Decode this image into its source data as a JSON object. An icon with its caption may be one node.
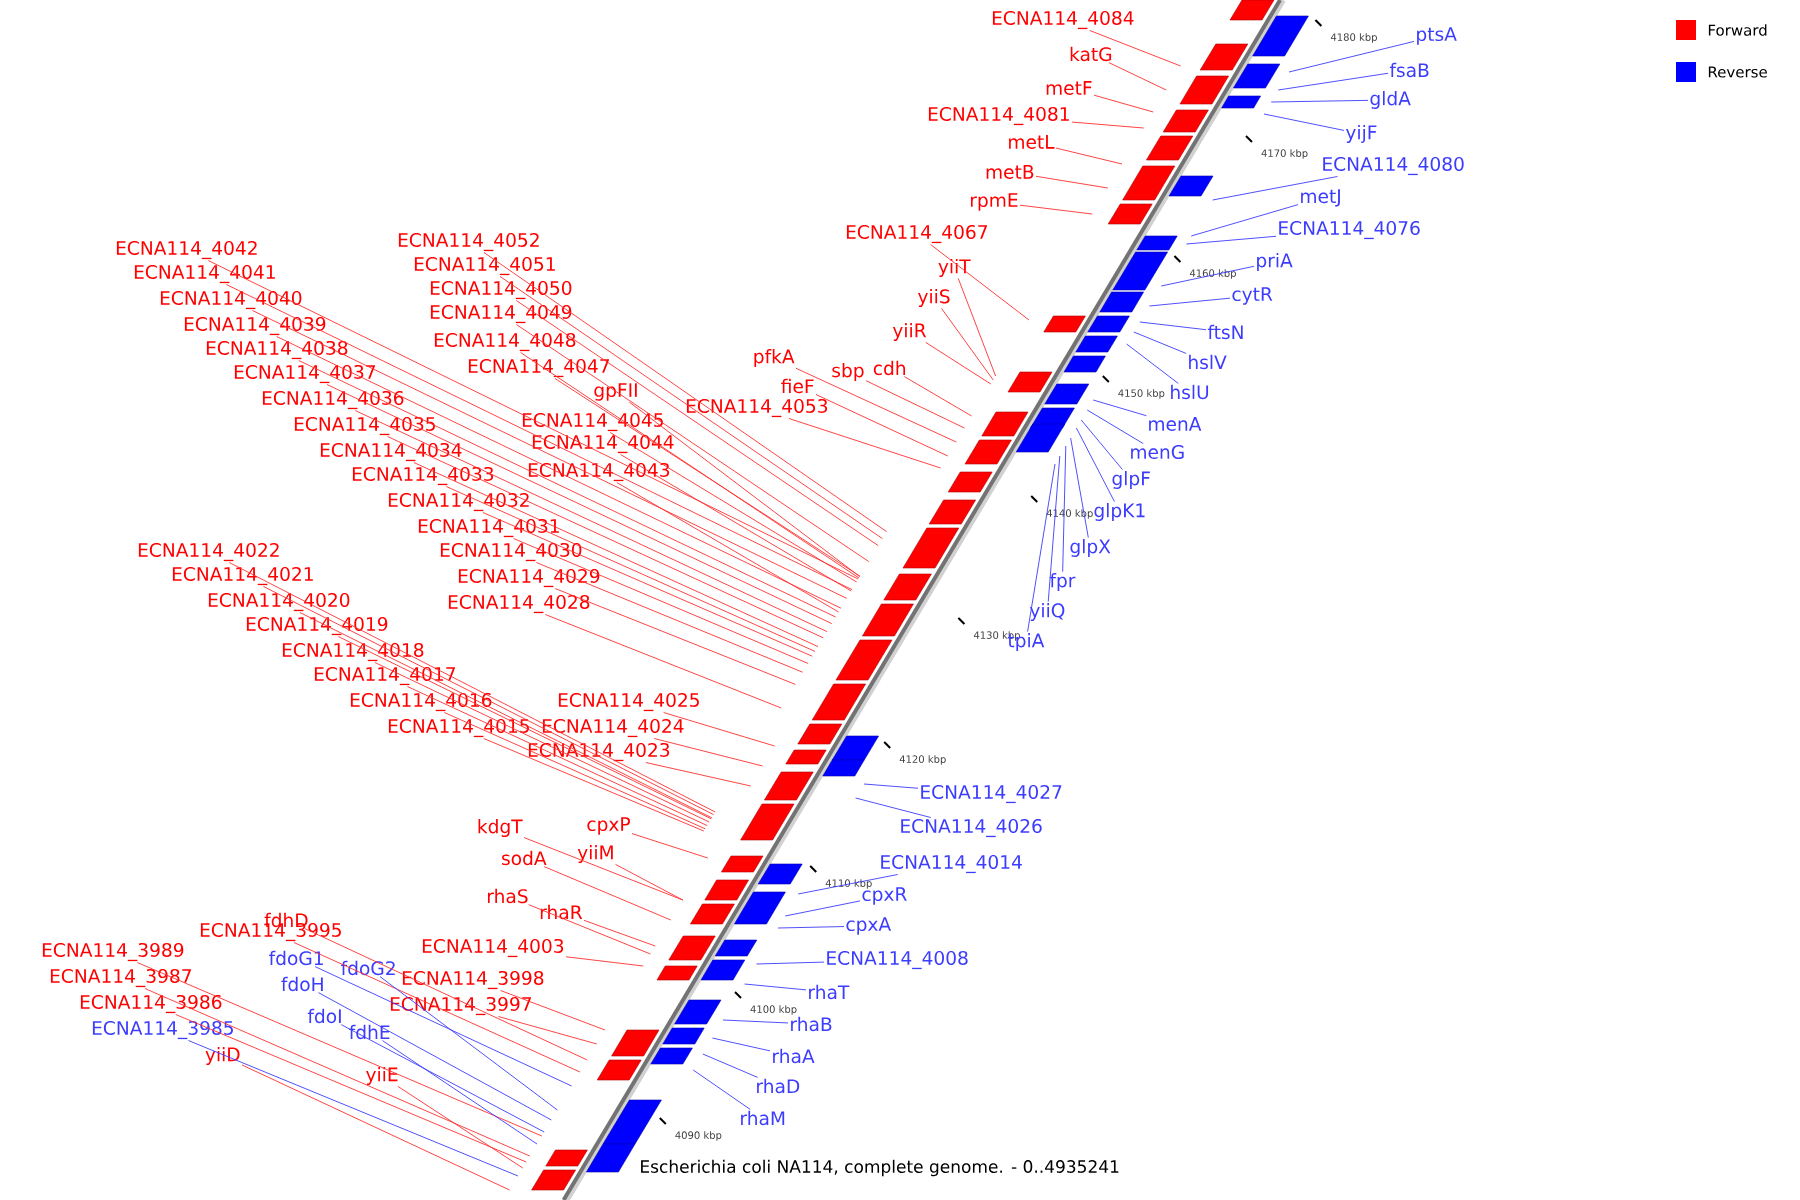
{
  "diagram": {
    "caption": "Escherichia coli NA114, complete genome. - 0..4935241",
    "nodes": [
      {
        "text": [
          "ECNA114_4084"
        ]
      },
      {
        "text": [
          "katG"
        ]
      },
      {
        "text": [
          "metF"
        ]
      },
      {
        "text": [
          "ECNA114_4081"
        ]
      },
      {
        "text": [
          "metL"
        ]
      },
      {
        "text": [
          "metB"
        ]
      },
      {
        "text": [
          "rpmE"
        ]
      },
      {
        "text": [
          "ECNA114_4067"
        ]
      },
      {
        "text": [
          "yiiT"
        ]
      },
      {
        "text": [
          "yiiS"
        ]
      },
      {
        "text": [
          "yiiR"
        ]
      },
      {
        "text": [
          "cdh"
        ]
      },
      {
        "text": [
          "sbp"
        ]
      },
      {
        "text": [
          "pfkA"
        ]
      },
      {
        "text": [
          "fieF"
        ]
      },
      {
        "text": [
          "ECNA114_4053"
        ]
      },
      {
        "text": [
          "ECNA114_4052"
        ]
      },
      {
        "text": [
          "ECNA114_4051"
        ]
      },
      {
        "text": [
          "ECNA114_4050"
        ]
      },
      {
        "text": [
          "ECNA114_4049"
        ]
      },
      {
        "text": [
          "ECNA114_4048"
        ]
      },
      {
        "text": [
          "ECNA114_4047"
        ]
      },
      {
        "text": [
          "gpFII"
        ]
      },
      {
        "text": [
          "ECNA114_4045"
        ]
      },
      {
        "text": [
          "ECNA114_4044"
        ]
      },
      {
        "text": [
          "ECNA114_4043"
        ]
      },
      {
        "text": [
          "ECNA114_4042"
        ]
      },
      {
        "text": [
          "ECNA114_4041"
        ]
      },
      {
        "text": [
          "ECNA114_4040"
        ]
      },
      {
        "text": [
          "ECNA114_4039"
        ]
      },
      {
        "text": [
          "ECNA114_4038"
        ]
      },
      {
        "text": [
          "ECNA114_4037"
        ]
      },
      {
        "text": [
          "ECNA114_4036"
        ]
      },
      {
        "text": [
          "ECNA114_4035"
        ]
      },
      {
        "text": [
          "ECNA114_4034"
        ]
      },
      {
        "text": [
          "ECNA114_4033"
        ]
      },
      {
        "text": [
          "ECNA114_4032"
        ]
      },
      {
        "text": [
          "ECNA114_4031"
        ]
      },
      {
        "text": [
          "ECNA114_4030"
        ]
      },
      {
        "text": [
          "ECNA114_4029"
        ]
      },
      {
        "text": [
          "ECNA114_4028"
        ]
      },
      {
        "text": [
          "ECNA114_4022"
        ]
      },
      {
        "text": [
          "ECNA114_4021"
        ]
      },
      {
        "text": [
          "ECNA114_4020"
        ]
      },
      {
        "text": [
          "ECNA114_4019"
        ]
      },
      {
        "text": [
          "ECNA114_4018"
        ]
      },
      {
        "text": [
          "ECNA114_4017"
        ]
      },
      {
        "text": [
          "ECNA114_4016"
        ]
      },
      {
        "text": [
          "ECNA114_4015"
        ]
      },
      {
        "text": [
          "ECNA114_4025"
        ]
      },
      {
        "text": [
          "ECNA114_4024"
        ]
      },
      {
        "text": [
          "ECNA114_4023"
        ]
      },
      {
        "text": [
          "kdgT"
        ]
      },
      {
        "text": [
          "cpxP"
        ]
      },
      {
        "text": [
          "sodA"
        ]
      },
      {
        "text": [
          "yiiM"
        ]
      },
      {
        "text": [
          "rhaS"
        ]
      },
      {
        "text": [
          "rhaR"
        ]
      },
      {
        "text": [
          "fdhD"
        ]
      },
      {
        "text": [
          "ECNA114_3995"
        ]
      },
      {
        "text": [
          "ECNA114_4003"
        ]
      },
      {
        "text": [
          "ECNA114_3998"
        ]
      },
      {
        "text": [
          "ECNA114_3997"
        ]
      },
      {
        "text": [
          "ECNA114_3989"
        ]
      },
      {
        "text": [
          "ECNA114_3987"
        ]
      },
      {
        "text": [
          "ECNA114_3986"
        ]
      },
      {
        "text": [
          "yiiE"
        ]
      },
      {
        "text": [
          "yiiD"
        ]
      },
      {
        "text": [
          "fdoG1"
        ]
      },
      {
        "text": [
          "fdoG2"
        ]
      },
      {
        "text": [
          "fdoH"
        ]
      },
      {
        "text": [
          "fdoI"
        ]
      },
      {
        "text": [
          "fdhE"
        ]
      },
      {
        "text": [
          "ECNA114_3985"
        ]
      },
      {
        "text": [
          "ptsA"
        ]
      },
      {
        "text": [
          "fsaB"
        ]
      },
      {
        "text": [
          "gldA"
        ]
      },
      {
        "text": [
          "yijF"
        ]
      },
      {
        "text": [
          "ECNA114_4080"
        ]
      },
      {
        "text": [
          "metJ"
        ]
      },
      {
        "text": [
          "ECNA114_4076"
        ]
      },
      {
        "text": [
          "priA"
        ]
      },
      {
        "text": [
          "cytR"
        ]
      },
      {
        "text": [
          "ftsN"
        ]
      },
      {
        "text": [
          "hslV"
        ]
      },
      {
        "text": [
          "hslU"
        ]
      },
      {
        "text": [
          "menA"
        ]
      },
      {
        "text": [
          "menG"
        ]
      },
      {
        "text": [
          "glpF"
        ]
      },
      {
        "text": [
          "glpK1"
        ]
      },
      {
        "text": [
          "glpX"
        ]
      },
      {
        "text": [
          "fpr"
        ]
      },
      {
        "text": [
          "yiiQ"
        ]
      },
      {
        "text": [
          "tpiA"
        ]
      },
      {
        "text": [
          "ECNA114_4027"
        ]
      },
      {
        "text": [
          "ECNA114_4026"
        ]
      },
      {
        "text": [
          "ECNA114_4014"
        ]
      },
      {
        "text": [
          "cpxR"
        ]
      },
      {
        "text": [
          "cpxA"
        ]
      },
      {
        "text": [
          "ECNA114_4008"
        ]
      },
      {
        "text": [
          "rhaT"
        ]
      },
      {
        "text": [
          "rhaB"
        ]
      },
      {
        "text": [
          "rhaA"
        ]
      },
      {
        "text": [
          "rhaD"
        ]
      },
      {
        "text": [
          "rhaM"
        ]
      }
    ],
    "edges": [
      {
        "from": 0,
        "to": null,
        "arrow": "none"
      },
      {
        "from": 1,
        "to": null,
        "arrow": "none"
      },
      {
        "from": 2,
        "to": null,
        "arrow": "none"
      },
      {
        "from": 3,
        "to": null,
        "arrow": "none"
      },
      {
        "from": 4,
        "to": null,
        "arrow": "none"
      },
      {
        "from": 5,
        "to": null,
        "arrow": "none"
      },
      {
        "from": 6,
        "to": null,
        "arrow": "none"
      },
      {
        "from": 7,
        "to": null,
        "arrow": "none"
      },
      {
        "from": 8,
        "to": null,
        "arrow": "none"
      },
      {
        "from": 9,
        "to": null,
        "arrow": "none"
      },
      {
        "from": 10,
        "to": null,
        "arrow": "none"
      },
      {
        "from": 11,
        "to": null,
        "arrow": "none"
      },
      {
        "from": 12,
        "to": null,
        "arrow": "none"
      },
      {
        "from": 13,
        "to": null,
        "arrow": "none"
      },
      {
        "from": 14,
        "to": null,
        "arrow": "none"
      },
      {
        "from": 15,
        "to": null,
        "arrow": "none"
      },
      {
        "from": 16,
        "to": null,
        "arrow": "none"
      },
      {
        "from": 17,
        "to": null,
        "arrow": "none"
      },
      {
        "from": 18,
        "to": null,
        "arrow": "none"
      },
      {
        "from": 19,
        "to": null,
        "arrow": "none"
      },
      {
        "from": 20,
        "to": null,
        "arrow": "none"
      },
      {
        "from": 21,
        "to": null,
        "arrow": "none"
      },
      {
        "from": 22,
        "to": null,
        "arrow": "none"
      },
      {
        "from": 23,
        "to": null,
        "arrow": "none"
      },
      {
        "from": 24,
        "to": null,
        "arrow": "none"
      },
      {
        "from": 25,
        "to": null,
        "arrow": "none"
      },
      {
        "from": 26,
        "to": null,
        "arrow": "none"
      },
      {
        "from": 27,
        "to": null,
        "arrow": "none"
      },
      {
        "from": 28,
        "to": null,
        "arrow": "none"
      },
      {
        "from": 29,
        "to": null,
        "arrow": "none"
      },
      {
        "from": 30,
        "to": null,
        "arrow": "none"
      },
      {
        "from": 31,
        "to": null,
        "arrow": "none"
      },
      {
        "from": 32,
        "to": null,
        "arrow": "none"
      },
      {
        "from": 33,
        "to": null,
        "arrow": "none"
      },
      {
        "from": 34,
        "to": null,
        "arrow": "none"
      },
      {
        "from": 35,
        "to": null,
        "arrow": "none"
      },
      {
        "from": 36,
        "to": null,
        "arrow": "none"
      },
      {
        "from": 37,
        "to": null,
        "arrow": "none"
      },
      {
        "from": 38,
        "to": null,
        "arrow": "none"
      },
      {
        "from": 39,
        "to": null,
        "arrow": "none"
      },
      {
        "from": 40,
        "to": null,
        "arrow": "none"
      },
      {
        "from": 41,
        "to": null,
        "arrow": "none"
      },
      {
        "from": 42,
        "to": null,
        "arrow": "none"
      },
      {
        "from": 43,
        "to": null,
        "arrow": "none"
      },
      {
        "from": 44,
        "to": null,
        "arrow": "none"
      },
      {
        "from": 45,
        "to": null,
        "arrow": "none"
      },
      {
        "from": 46,
        "to": null,
        "arrow": "none"
      },
      {
        "from": 47,
        "to": null,
        "arrow": "none"
      },
      {
        "from": 48,
        "to": null,
        "arrow": "none"
      },
      {
        "from": 49,
        "to": null,
        "arrow": "none"
      },
      {
        "from": 50,
        "to": null,
        "arrow": "none"
      },
      {
        "from": 51,
        "to": null,
        "arrow": "none"
      },
      {
        "from": 52,
        "to": null,
        "arrow": "none"
      },
      {
        "from": 53,
        "to": null,
        "arrow": "none"
      },
      {
        "from": 54,
        "to": null,
        "arrow": "none"
      },
      {
        "from": 55,
        "to": null,
        "arrow": "none"
      },
      {
        "from": 56,
        "to": null,
        "arrow": "none"
      },
      {
        "from": 57,
        "to": null,
        "arrow": "none"
      },
      {
        "from": 58,
        "to": null,
        "arrow": "none"
      },
      {
        "from": 59,
        "to": null,
        "arrow": "none"
      },
      {
        "from": 60,
        "to": null,
        "arrow": "none"
      },
      {
        "from": 61,
        "to": null,
        "arrow": "none"
      },
      {
        "from": 62,
        "to": null,
        "arrow": "none"
      },
      {
        "from": 63,
        "to": null,
        "arrow": "none"
      },
      {
        "from": 64,
        "to": null,
        "arrow": "none"
      },
      {
        "from": 65,
        "to": null,
        "arrow": "none"
      },
      {
        "from": 66,
        "to": null,
        "arrow": "none"
      },
      {
        "from": 67,
        "to": null,
        "arrow": "none"
      },
      {
        "from": 68,
        "to": null,
        "arrow": "none",
        "color": "#3c3cff"
      },
      {
        "from": 69,
        "to": null,
        "arrow": "none",
        "color": "#3c3cff"
      },
      {
        "from": 70,
        "to": null,
        "arrow": "none",
        "color": "#3c3cff"
      },
      {
        "from": 71,
        "to": null,
        "arrow": "none",
        "color": "#3c3cff"
      },
      {
        "from": 72,
        "to": null,
        "arrow": "none",
        "color": "#3c3cff"
      },
      {
        "from": 73,
        "to": null,
        "arrow": "none",
        "color": "#3c3cff"
      },
      {
        "from": 74,
        "to": null,
        "arrow": "none",
        "color": "#3c3cff"
      },
      {
        "from": 75,
        "to": null,
        "arrow": "none",
        "color": "#3c3cff"
      },
      {
        "from": 76,
        "to": null,
        "arrow": "none",
        "color": "#3c3cff"
      },
      {
        "from": 77,
        "to": null,
        "arrow": "none",
        "color": "#3c3cff"
      },
      {
        "from": 78,
        "to": null,
        "arrow": "none",
        "color": "#3c3cff"
      },
      {
        "from": 79,
        "to": null,
        "arrow": "none",
        "color": "#3c3cff"
      },
      {
        "from": 80,
        "to": null,
        "arrow": "none",
        "color": "#3c3cff"
      },
      {
        "from": 81,
        "to": null,
        "arrow": "none",
        "color": "#3c3cff"
      },
      {
        "from": 82,
        "to": null,
        "arrow": "none",
        "color": "#3c3cff"
      },
      {
        "from": 83,
        "to": null,
        "arrow": "none",
        "color": "#3c3cff"
      },
      {
        "from": 84,
        "to": null,
        "arrow": "none",
        "color": "#3c3cff"
      },
      {
        "from": 85,
        "to": null,
        "arrow": "none",
        "color": "#3c3cff"
      },
      {
        "from": 86,
        "to": null,
        "arrow": "none",
        "color": "#3c3cff"
      },
      {
        "from": 87,
        "to": null,
        "arrow": "none",
        "color": "#3c3cff"
      },
      {
        "from": 88,
        "to": null,
        "arrow": "none",
        "color": "#3c3cff"
      },
      {
        "from": 89,
        "to": null,
        "arrow": "none",
        "color": "#3c3cff"
      },
      {
        "from": 90,
        "to": null,
        "arrow": "none",
        "color": "#3c3cff"
      },
      {
        "from": 91,
        "to": null,
        "arrow": "none",
        "color": "#3c3cff"
      },
      {
        "from": 92,
        "to": null,
        "arrow": "none",
        "color": "#3c3cff"
      },
      {
        "from": 93,
        "to": null,
        "arrow": "none",
        "color": "#3c3cff"
      },
      {
        "from": 94,
        "to": null,
        "arrow": "none",
        "color": "#3c3cff"
      },
      {
        "from": 95,
        "to": null,
        "arrow": "none",
        "color": "#3c3cff"
      },
      {
        "from": 96,
        "to": null,
        "arrow": "none",
        "color": "#3c3cff"
      },
      {
        "from": 97,
        "to": null,
        "arrow": "none",
        "color": "#3c3cff"
      },
      {
        "from": 98,
        "to": null,
        "arrow": "none",
        "color": "#3c3cff"
      },
      {
        "from": 99,
        "to": null,
        "arrow": "none",
        "color": "#3c3cff"
      },
      {
        "from": 100,
        "to": null,
        "arrow": "none",
        "color": "#3c3cff"
      },
      {
        "from": 101,
        "to": null,
        "arrow": "none",
        "color": "#3c3cff"
      },
      {
        "from": 102,
        "to": null,
        "arrow": "none",
        "color": "#3c3cff"
      },
      {
        "from": 103,
        "to": null,
        "arrow": "none",
        "color": "#3c3cff"
      },
      {
        "from": 104,
        "to": null,
        "arrow": "none",
        "color": "#3c3cff"
      }
    ],
    "labels": [
      "4180 kbp",
      "4170 kbp",
      "4160 kbp",
      "4150 kbp",
      "4140 kbp",
      "4130 kbp",
      "4120 kbp",
      "4110 kbp",
      "4100 kbp",
      "4090 kbp"
    ],
    "legend": [
      {
        "text": "Forward",
        "color": "#ff0000"
      },
      {
        "text": "Reverse",
        "color": "#0000ff"
      }
    ]
  }
}
